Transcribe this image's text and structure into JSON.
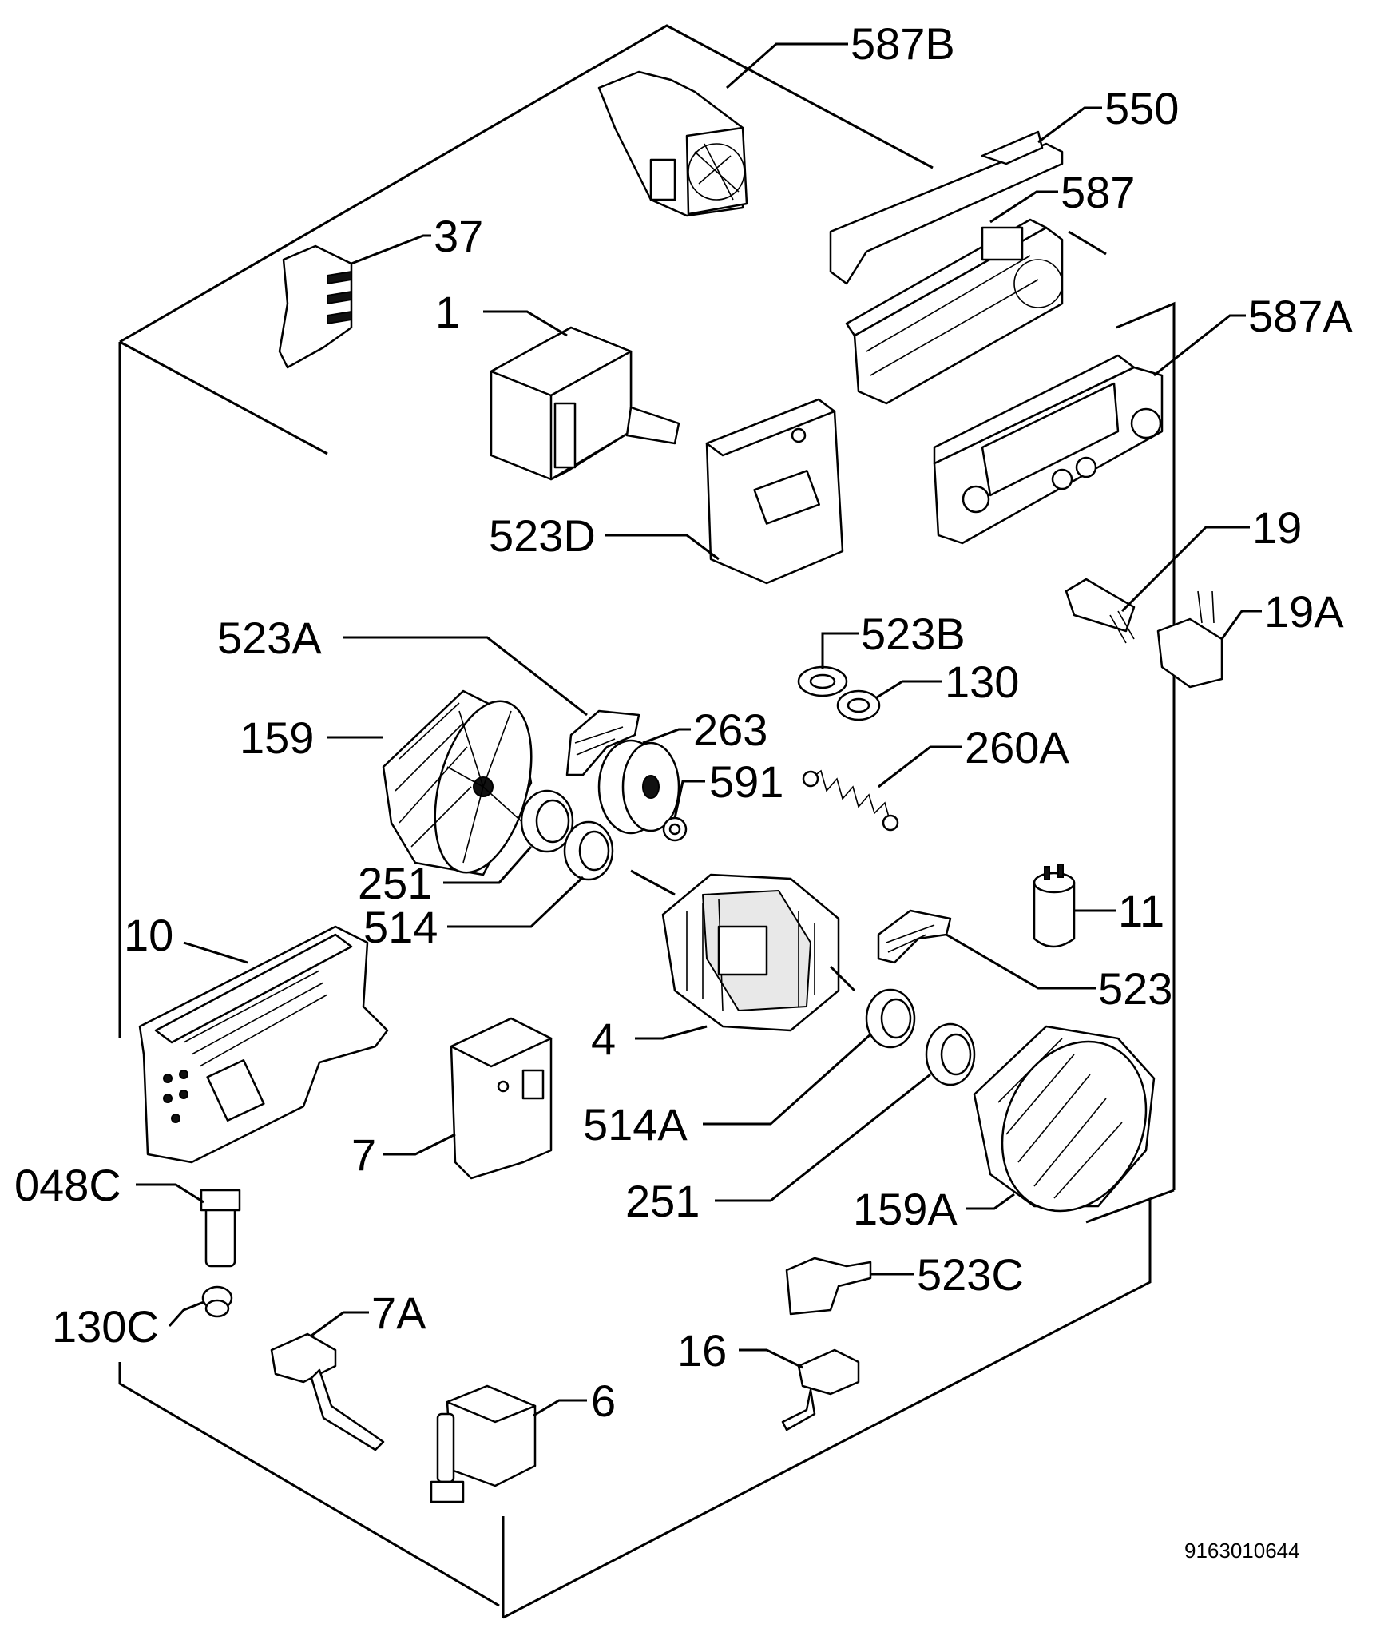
{
  "labels": {
    "l587B": "587B",
    "l550": "550",
    "l587": "587",
    "l587A": "587A",
    "l37": "37",
    "l1": "1",
    "l523D": "523D",
    "l19": "19",
    "l19A": "19A",
    "l523A": "523A",
    "l523B": "523B",
    "l130": "130",
    "l159": "159",
    "l263": "263",
    "l591": "591",
    "l260A": "260A",
    "l251a": "251",
    "l514": "514",
    "l11": "11",
    "l10": "10",
    "l523": "523",
    "l4": "4",
    "l514A": "514A",
    "l7": "7",
    "l048C": "048C",
    "l251b": "251",
    "l159A": "159A",
    "l523C": "523C",
    "l130C": "130C",
    "l7A": "7A",
    "l16": "16",
    "l6": "6"
  },
  "document_number": "9163010644"
}
